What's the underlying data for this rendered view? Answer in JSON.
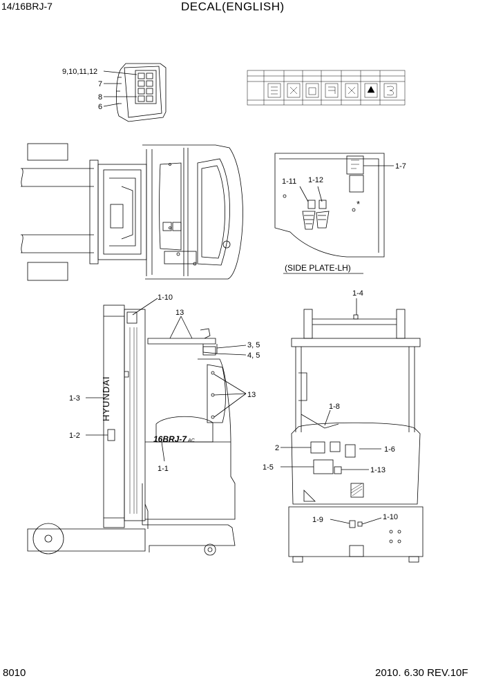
{
  "header": {
    "model": "14/16BRJ-7",
    "title": "DECAL(ENGLISH)"
  },
  "footer": {
    "page_number": "8010",
    "date_rev": "2010. 6.30  REV.10F"
  },
  "labels": {
    "top_left": [
      "9,10,11,12",
      "7",
      "8",
      "6"
    ],
    "side_plate": [
      "1-7",
      "1-11",
      "1-12",
      "*"
    ],
    "side_plate_caption": "(SIDE PLATE-LH)",
    "side_view": [
      "1-10",
      "13",
      "3, 5",
      "4, 5",
      "13",
      "1-3",
      "1-2",
      "1-1"
    ],
    "rear_view": [
      "1-4",
      "1-8",
      "2",
      "1-6",
      "1-5",
      "1-13",
      "1-9",
      "1-10"
    ],
    "brand": "HYUNDAI",
    "model_decal": "16BRJ-7",
    "model_decal_suffix": "AC"
  }
}
